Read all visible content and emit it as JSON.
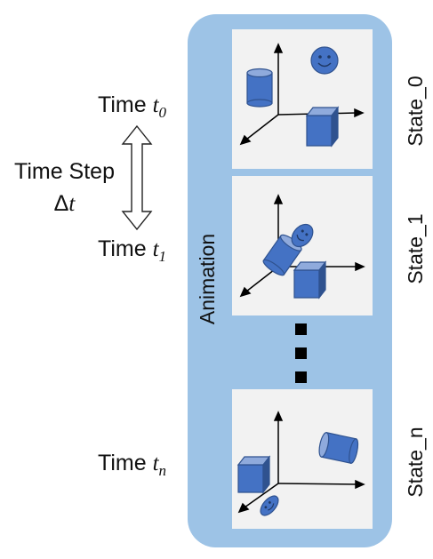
{
  "time_labels": {
    "t0": {
      "prefix": "Time ",
      "var": "t",
      "sub": "0"
    },
    "t1": {
      "prefix": "Time ",
      "var": "t",
      "sub": "1"
    },
    "tn": {
      "prefix": "Time ",
      "var": "t",
      "sub": "n"
    }
  },
  "time_step": {
    "line1": "Time Step",
    "line2_symbol": "Δ",
    "line2_var": "t"
  },
  "animation_label": "Animation",
  "states": [
    "State_0",
    "State_1",
    "State_n"
  ],
  "colors": {
    "container": "#9dc3e6",
    "frame": "#f2f2f2",
    "shape_fill": "#4472c4",
    "shape_dark": "#2f528f",
    "shape_light": "#8faadc"
  },
  "icons": [
    "double-arrow-icon",
    "axes-icon",
    "cylinder-icon",
    "cube-icon",
    "smiley-disc-icon"
  ]
}
